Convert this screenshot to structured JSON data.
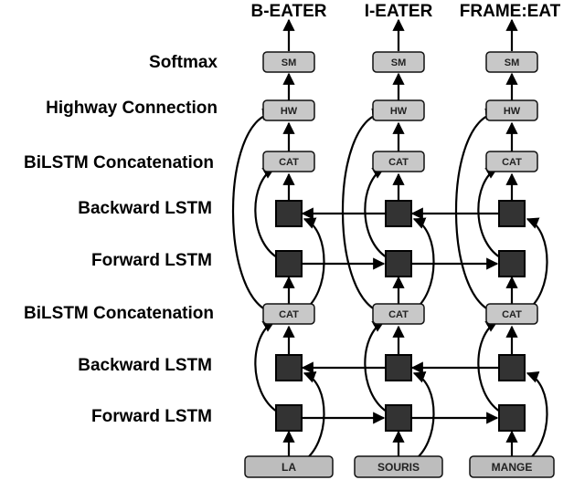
{
  "outputs": [
    "B-EATER",
    "I-EATER",
    "FRAME:EAT"
  ],
  "inputs": [
    "LA",
    "SOURIS",
    "MANGE"
  ],
  "layer_labels": {
    "softmax": "Softmax",
    "highway": "Highway Connection",
    "cat_top": "BiLSTM Concatenation",
    "bwd_top": "Backward LSTM",
    "fwd_top": "Forward LSTM",
    "cat_bottom": "BiLSTM Concatenation",
    "bwd_bottom": "Backward LSTM",
    "fwd_bottom": "Forward LSTM"
  },
  "node_labels": {
    "softmax": "SM",
    "highway": "HW",
    "concat": "CAT"
  }
}
